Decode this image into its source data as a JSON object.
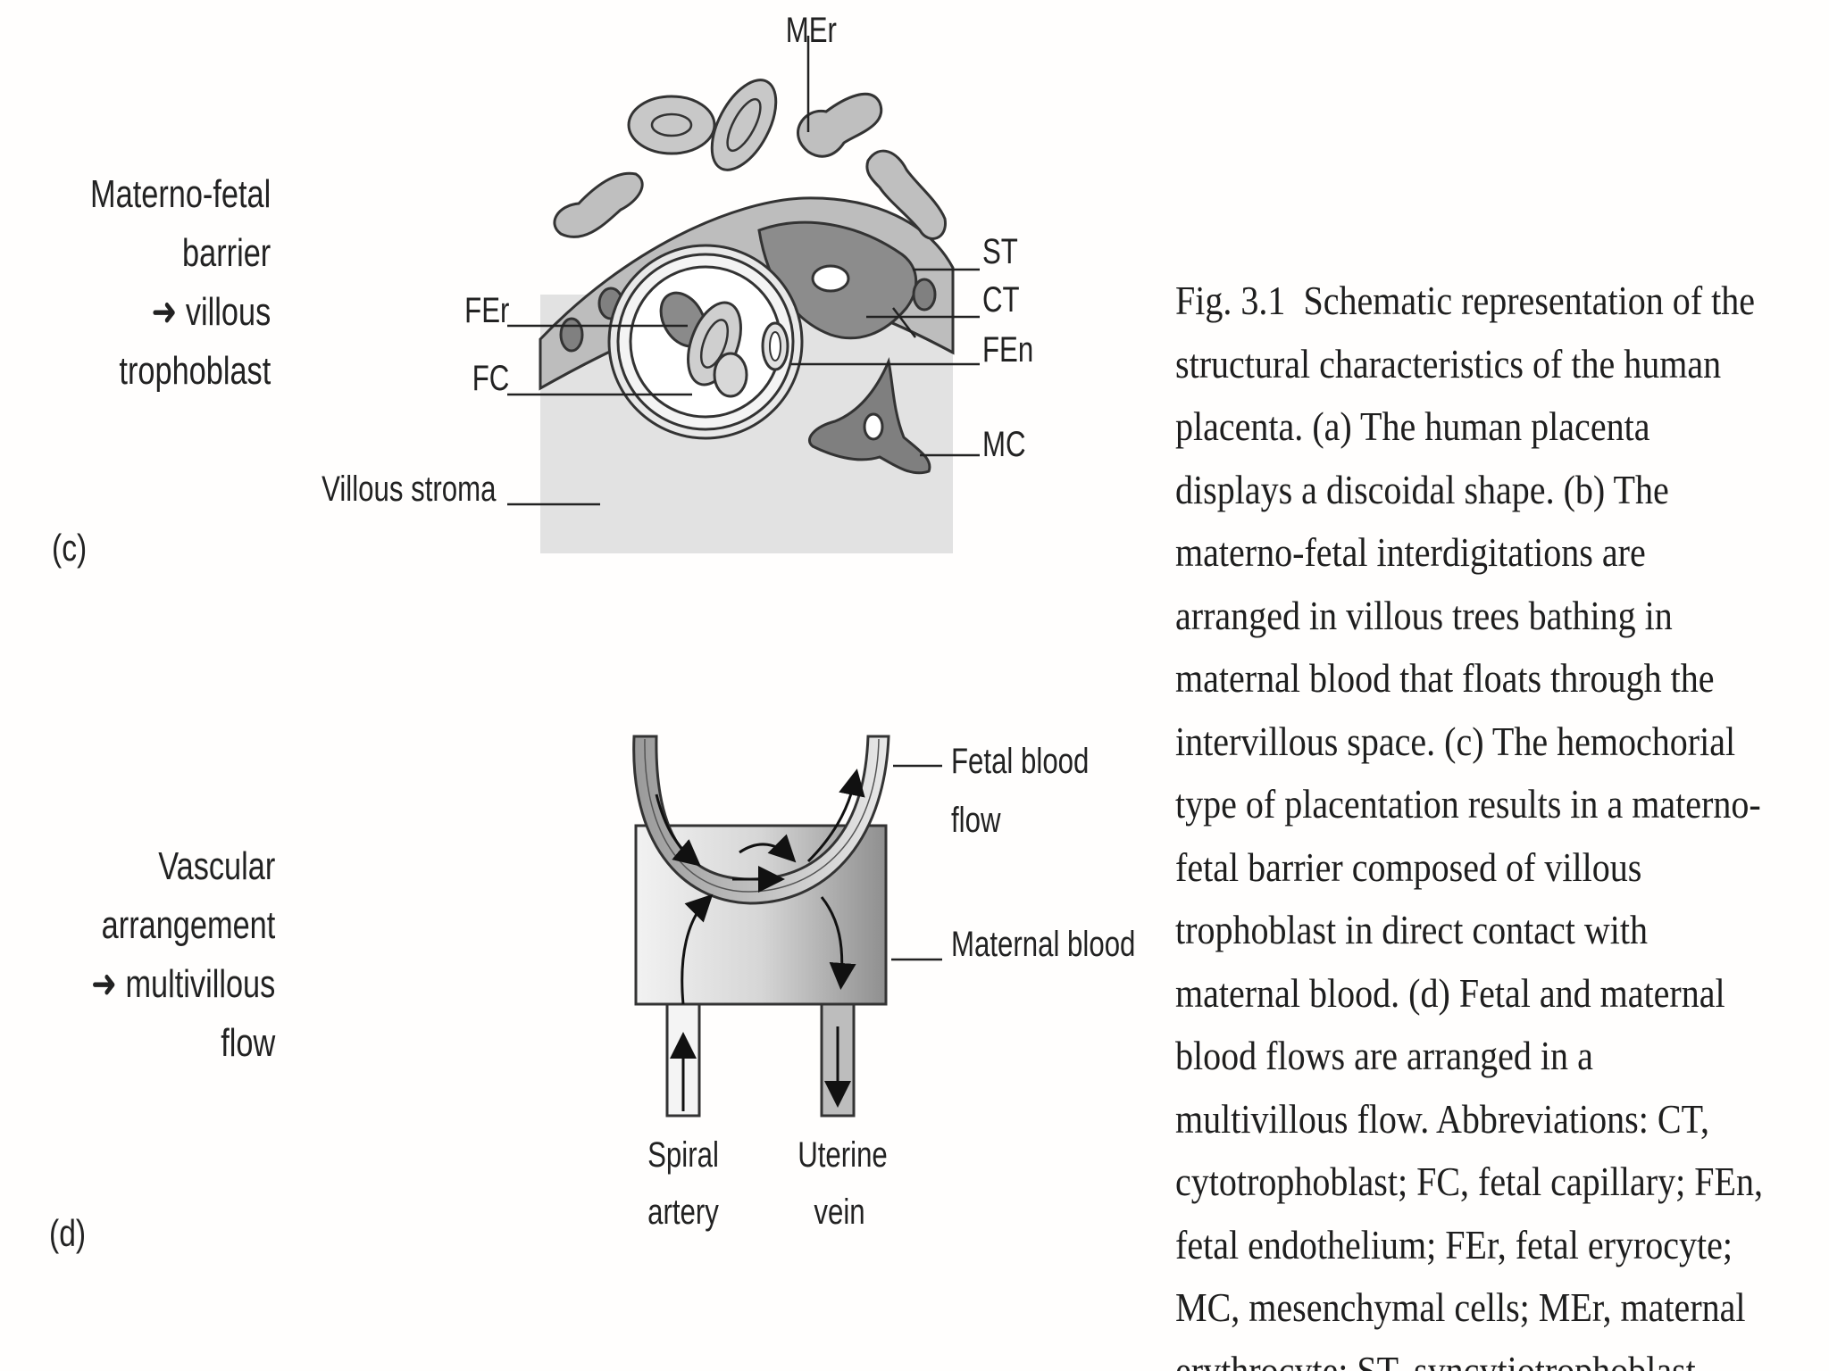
{
  "panel_c": {
    "tag": "(c)",
    "side_label": [
      "Materno-fetal",
      "barrier",
      "villous",
      "trophoblast"
    ],
    "labels": {
      "MEr": "MEr",
      "ST": "ST",
      "CT": "CT",
      "FEr": "FEr",
      "FC": "FC",
      "FEn": "FEn",
      "MC": "MC",
      "stroma": "Villous stroma"
    }
  },
  "panel_d": {
    "tag": "(d)",
    "side_label": [
      "Vascular",
      "arrangement",
      "multivillous",
      "flow"
    ],
    "labels": {
      "fetal_flow": [
        "Fetal blood",
        "flow"
      ],
      "maternal_blood": "Maternal blood",
      "spiral_artery": [
        "Spiral",
        "artery"
      ],
      "uterine_vein": [
        "Uterine",
        "vein"
      ]
    }
  },
  "caption": {
    "fig_number": "Fig. 3.1",
    "text": "Schematic representation of the structural characteristics of the human placenta. (a) The human placenta displays a discoidal shape. (b) The materno-fetal interdigitations are arranged in villous trees bathing in maternal blood that floats through the intervillous space. (c) The hemochorial type of placentation results in a materno-fetal barrier composed of villous trophoblast in direct contact with maternal blood. (d) Fetal and maternal blood flows are arranged in a multivillous flow. Abbreviations: CT, cytotrophoblast; FC, fetal capillary; FEn, fetal endothelium; FEr, fetal eryrocyte; MC, mesenchymal cells; MEr, maternal erythrocyte; ST, syncytiotrophoblast."
  },
  "colors": {
    "stroma": "#e2e2e2",
    "trophoblast": "#bdbdbd",
    "cell_dark": "#7f7f7f",
    "outline": "#333333"
  }
}
